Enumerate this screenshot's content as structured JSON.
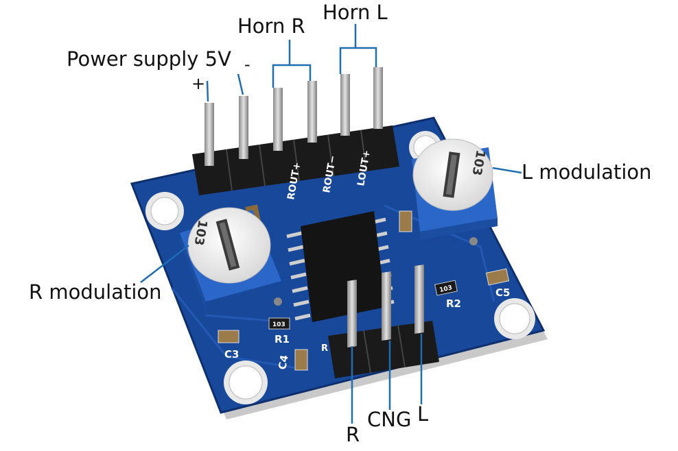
{
  "labels": {
    "power": "Power supply 5V",
    "plus": "+",
    "minus": "-",
    "horn_r": "Horn R",
    "horn_l": "Horn L",
    "l_mod": "L modulation",
    "r_mod": "R modulation",
    "in_r": "R",
    "in_cng": "CNG",
    "in_l": "L"
  },
  "silkscreen": {
    "rout_p": "ROUT+",
    "rout_m": "ROUT−",
    "lout_p": "LOUT+",
    "c3": "C3",
    "c4": "C4",
    "c5": "C5",
    "r1": "R1",
    "r2": "R2",
    "r_small": "R",
    "pot_code": "103",
    "res_code": "103"
  },
  "colors": {
    "pcb": "#17489a",
    "pcb_edge": "#0e2f6e",
    "callout": "#1f6db3",
    "pot_body": "#2a67c8",
    "header": "#1a1a1a",
    "pin": "#b9b9b9"
  }
}
